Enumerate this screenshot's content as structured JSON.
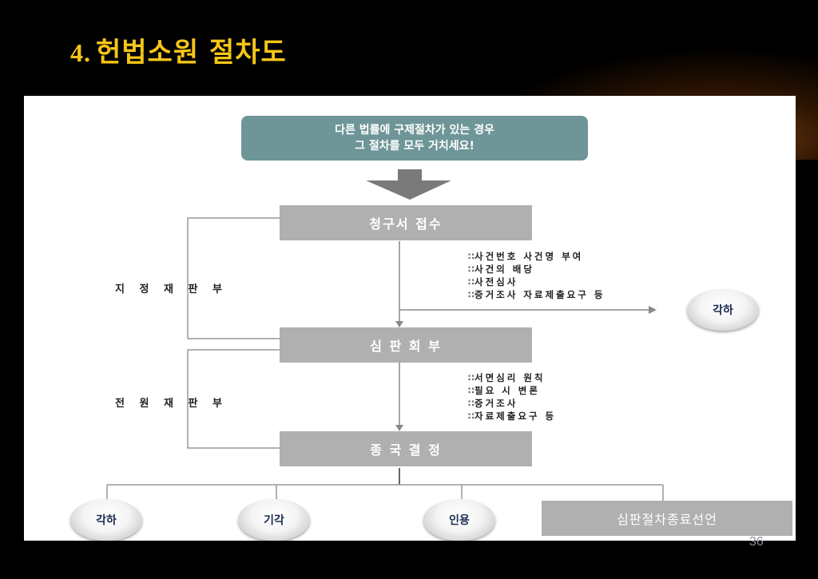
{
  "slide": {
    "title_number": "4.",
    "title_text": "헌법소원 절차도",
    "page_number": "36"
  },
  "diagram": {
    "top_note": [
      "다른 법률에 구제절차가 있는 경우",
      "그 절차를 모두 거치세요!"
    ],
    "steps": {
      "receipt": "청구서 접수",
      "referral": "심 판 회 부",
      "decision": "종 국 결 정"
    },
    "side_labels": {
      "designated": "지 정 재 판 부",
      "full": "전 원 재 판 부"
    },
    "notes_after_receipt": [
      "사건번호 사건명 부여",
      "사건의 배당",
      "사전심사",
      "증거조사 자료제출요구 등"
    ],
    "notes_after_referral": [
      "서면심리 원칙",
      "필요 시 변론",
      "증거조사",
      "자료제출요구 등"
    ],
    "outcome_right": "각하",
    "outcomes": [
      "각하",
      "기각",
      "인용"
    ],
    "end_box": "심판절차종료선언"
  }
}
